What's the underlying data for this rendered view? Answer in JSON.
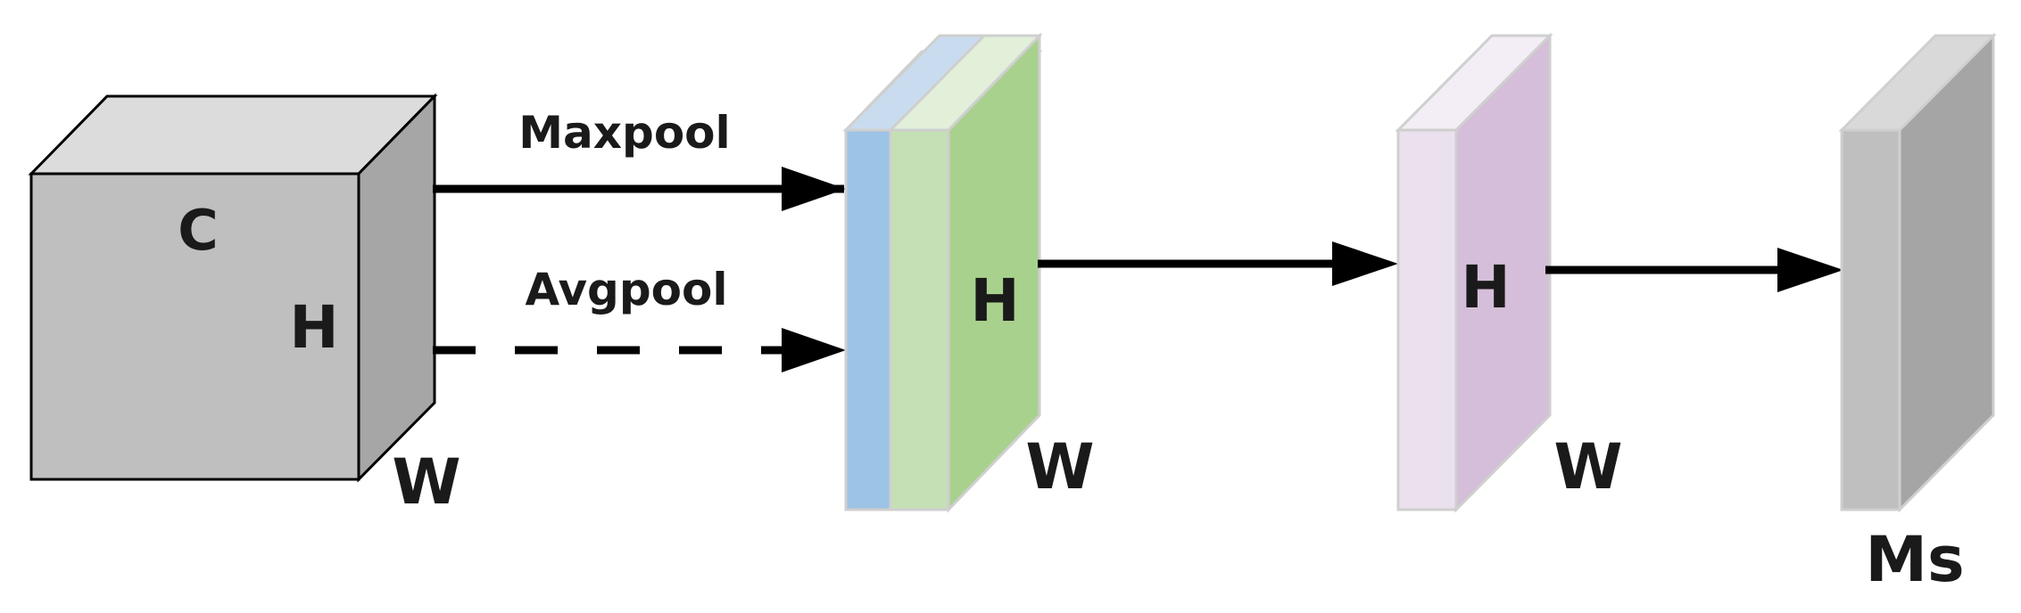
{
  "input_tensor": {
    "channel_label": "C",
    "height_label": "H",
    "width_label": "W"
  },
  "pooling": {
    "max_label": "Maxpool",
    "avg_label": "Avgpool"
  },
  "pooled_maps": {
    "height_label": "H",
    "width_label": "W"
  },
  "conv_map": {
    "height_label": "H",
    "width_label": "W"
  },
  "output_map": {
    "label": "Ms"
  },
  "colors": {
    "cube_front": "#bfbfbf",
    "cube_top": "#dcdcdc",
    "cube_side": "#a6a6a6",
    "blue_slice": "#9dc3e6",
    "light_green_slice": "#c5e0b4",
    "green_slice": "#a9d18e",
    "light_purple": "#ebe0ee",
    "purple": "#d5bed9",
    "gray_front": "#bfbfbf",
    "gray_side": "#a5a5a5",
    "gray_top": "#d9d9d9",
    "stroke": "#000000",
    "arrow": "#000000"
  }
}
